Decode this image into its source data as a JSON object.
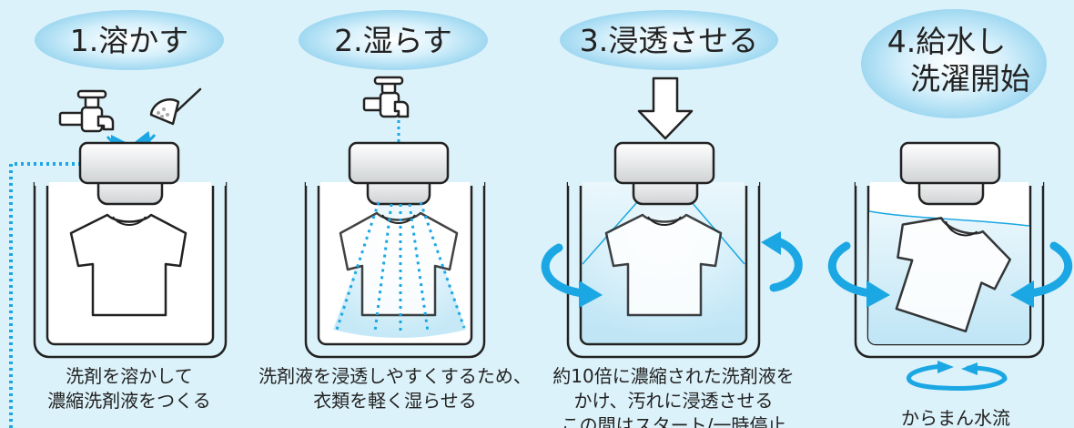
{
  "steps": [
    {
      "title": "1.溶かす",
      "caption": [
        "洗剤を溶かして",
        "濃縮洗剤液をつくる"
      ]
    },
    {
      "title": "2.湿らす",
      "caption": [
        "洗剤液を浸透しやすくするため、",
        "衣類を軽く湿らせる"
      ]
    },
    {
      "title": "3.浸透させる",
      "caption": [
        "約10倍に濃縮された洗剤液を",
        "かけ、汚れに浸透させる",
        "この間はスタート/一時停止"
      ]
    },
    {
      "title": [
        "4.給水し",
        "洗濯開始"
      ],
      "caption": [
        "からまん水流"
      ]
    }
  ],
  "colors": {
    "background": "#dcf2fa",
    "accent": "#1ba7e3",
    "water": "#c6e8f6",
    "ellipse": "#b7e3f6",
    "outline": "#222222"
  }
}
